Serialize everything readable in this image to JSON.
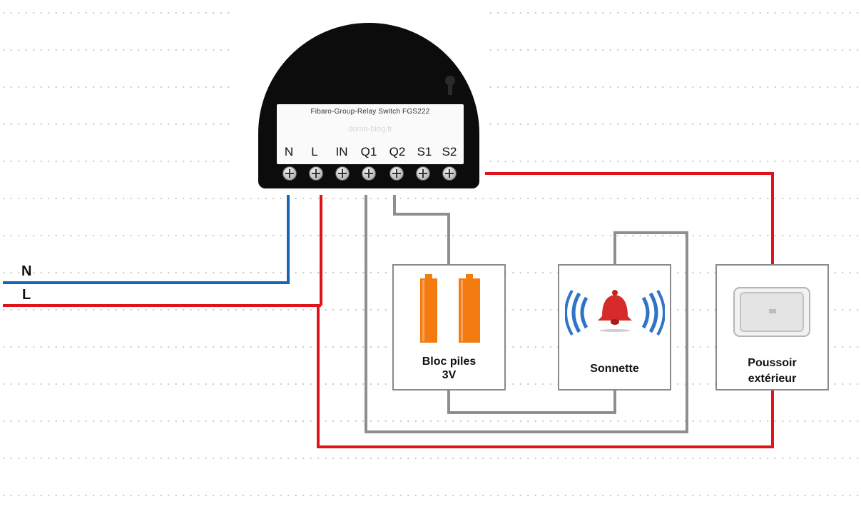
{
  "module": {
    "title": "Fibaro-Group-Relay Switch FGS222",
    "watermark": "domo-blog.fr",
    "terminals": [
      "N",
      "L",
      "IN",
      "Q1",
      "Q2",
      "S1",
      "S2"
    ]
  },
  "lines": {
    "neutral": "N",
    "live": "L"
  },
  "components": {
    "battery": {
      "label": "Bloc piles\n3V"
    },
    "bell": {
      "label": "Sonnette"
    },
    "button": {
      "label": "Poussoir\nextérieur"
    }
  },
  "colors": {
    "neutral": "#1565b8",
    "live": "#e0131b",
    "wire": "#8e8e8e",
    "battery": "#f47b0f",
    "bell": "#d62b2b",
    "bell_waves": "#2f74c6"
  }
}
